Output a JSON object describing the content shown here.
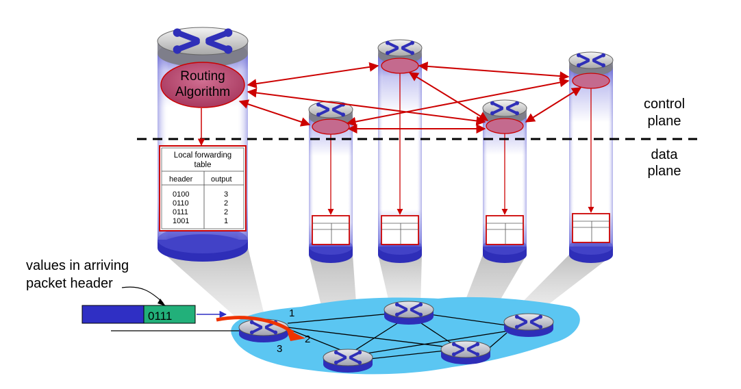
{
  "labels": {
    "control_plane": [
      "control",
      "plane"
    ],
    "data_plane": [
      "data",
      "plane"
    ],
    "routing_algorithm": [
      "Routing",
      "Algorithm"
    ],
    "arriving_header": [
      "values in arriving",
      "packet header"
    ],
    "packet_value": "0111"
  },
  "forwarding_table": {
    "title": [
      "Local forwarding",
      "table"
    ],
    "columns": [
      "header",
      "output"
    ],
    "rows": [
      {
        "header": "0100",
        "output": "3"
      },
      {
        "header": "0110",
        "output": "2"
      },
      {
        "header": "0111",
        "output": "2"
      },
      {
        "header": "1001",
        "output": "1"
      }
    ]
  },
  "ports": [
    "1",
    "2",
    "3"
  ],
  "colors": {
    "arrow": "#cc0000",
    "cloud": "#5bc6f2",
    "router_blue": "#2f2fb8",
    "packet_body": "#2f2fc4",
    "packet_header": "#22b07a"
  }
}
